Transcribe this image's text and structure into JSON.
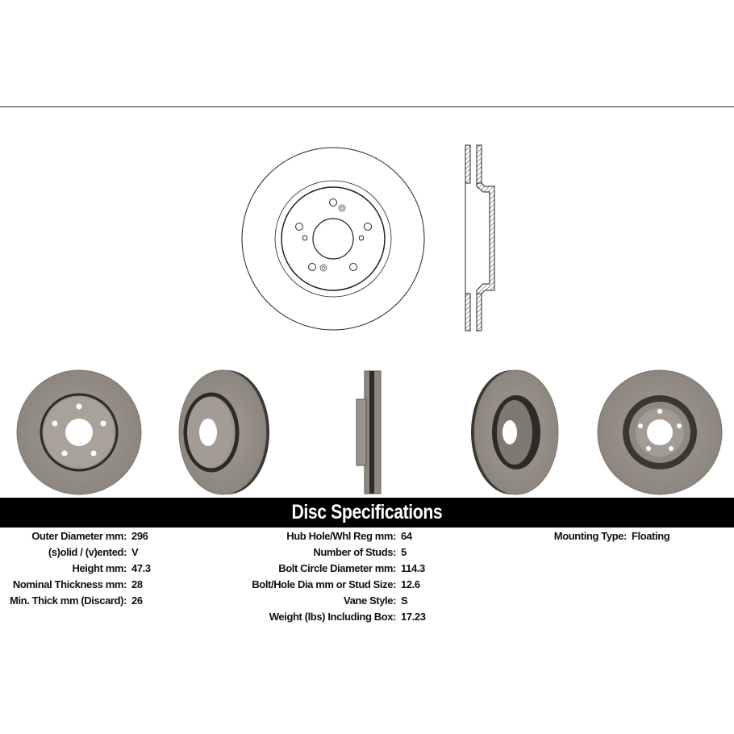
{
  "title": "Disc Specifications",
  "columns": [
    [
      {
        "label": "Outer Diameter mm:",
        "value": "296"
      },
      {
        "label": "(s)olid / (v)ented:",
        "value": "V"
      },
      {
        "label": "Height mm:",
        "value": "47.3"
      },
      {
        "label": "Nominal Thickness mm:",
        "value": "28"
      },
      {
        "label": "Min. Thick mm (Discard):",
        "value": "26"
      }
    ],
    [
      {
        "label": "Hub Hole/Whl Reg mm:",
        "value": "64"
      },
      {
        "label": "Number of Studs:",
        "value": "5"
      },
      {
        "label": "Bolt Circle Diameter mm:",
        "value": "114.3"
      },
      {
        "label": "Bolt/Hole Dia mm or Stud Size:",
        "value": "12.6"
      },
      {
        "label": "Vane Style:",
        "value": "S"
      },
      {
        "label": "Weight (lbs) Including Box:",
        "value": "17.23"
      }
    ],
    [
      {
        "label": "Mounting Type:",
        "value": "Floating"
      }
    ]
  ],
  "colors": {
    "band": "#000000",
    "disc": "#9a948c",
    "disc_dark": "#3a3632"
  }
}
